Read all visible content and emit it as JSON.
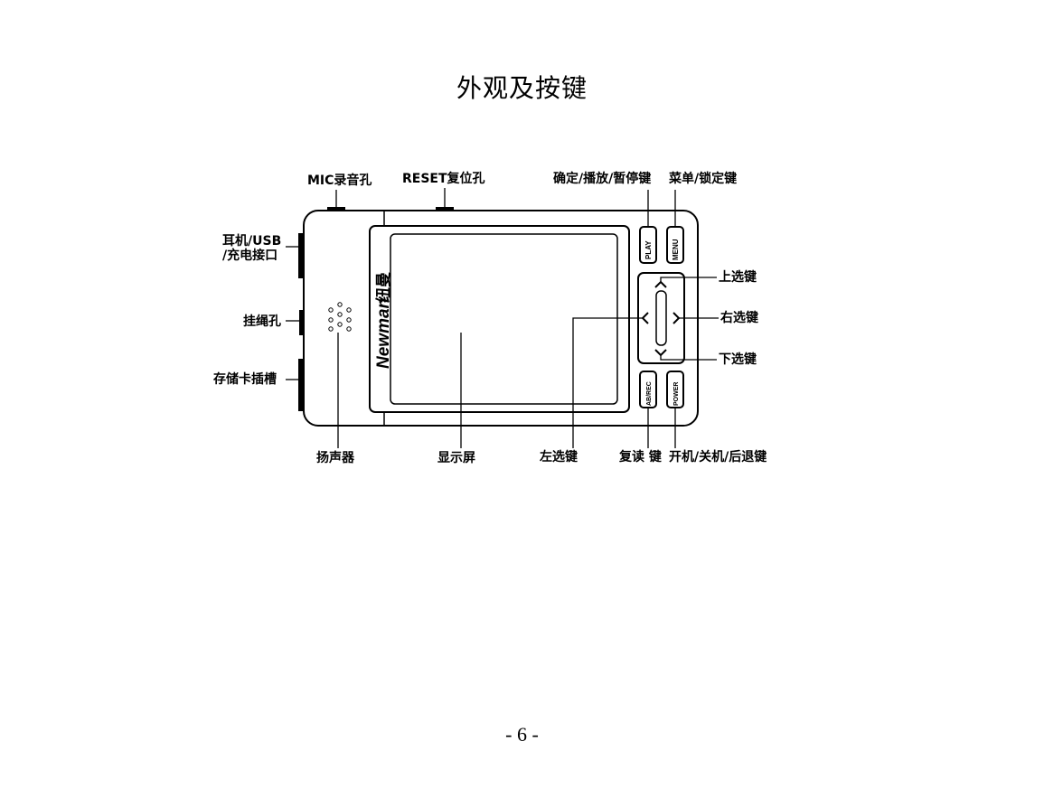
{
  "page": {
    "title": "外观及按键",
    "page_number": "- 6 -"
  },
  "device": {
    "brand": "Newman",
    "brand_cn": "纽曼",
    "buttons": {
      "play": "PLAY",
      "menu": "MENU",
      "ab_rec": "AB/REC",
      "power": "POWER"
    }
  },
  "labels": {
    "mic": "MIC录音孔",
    "reset": "RESET复位孔",
    "play_key": "确定/播放/暂停键",
    "menu_key": "菜单/锁定键",
    "earphone_line1": "耳机/USB",
    "earphone_line2": "/充电接口",
    "lanyard": "挂绳孔",
    "card_slot": "存储卡插槽",
    "up_key": "上选键",
    "right_key": "右选键",
    "down_key": "下选键",
    "speaker": "扬声器",
    "screen": "显示屏",
    "left_key": "左选键",
    "repeat_key": "复读 键",
    "power_key": "开机/关机/后退键"
  }
}
